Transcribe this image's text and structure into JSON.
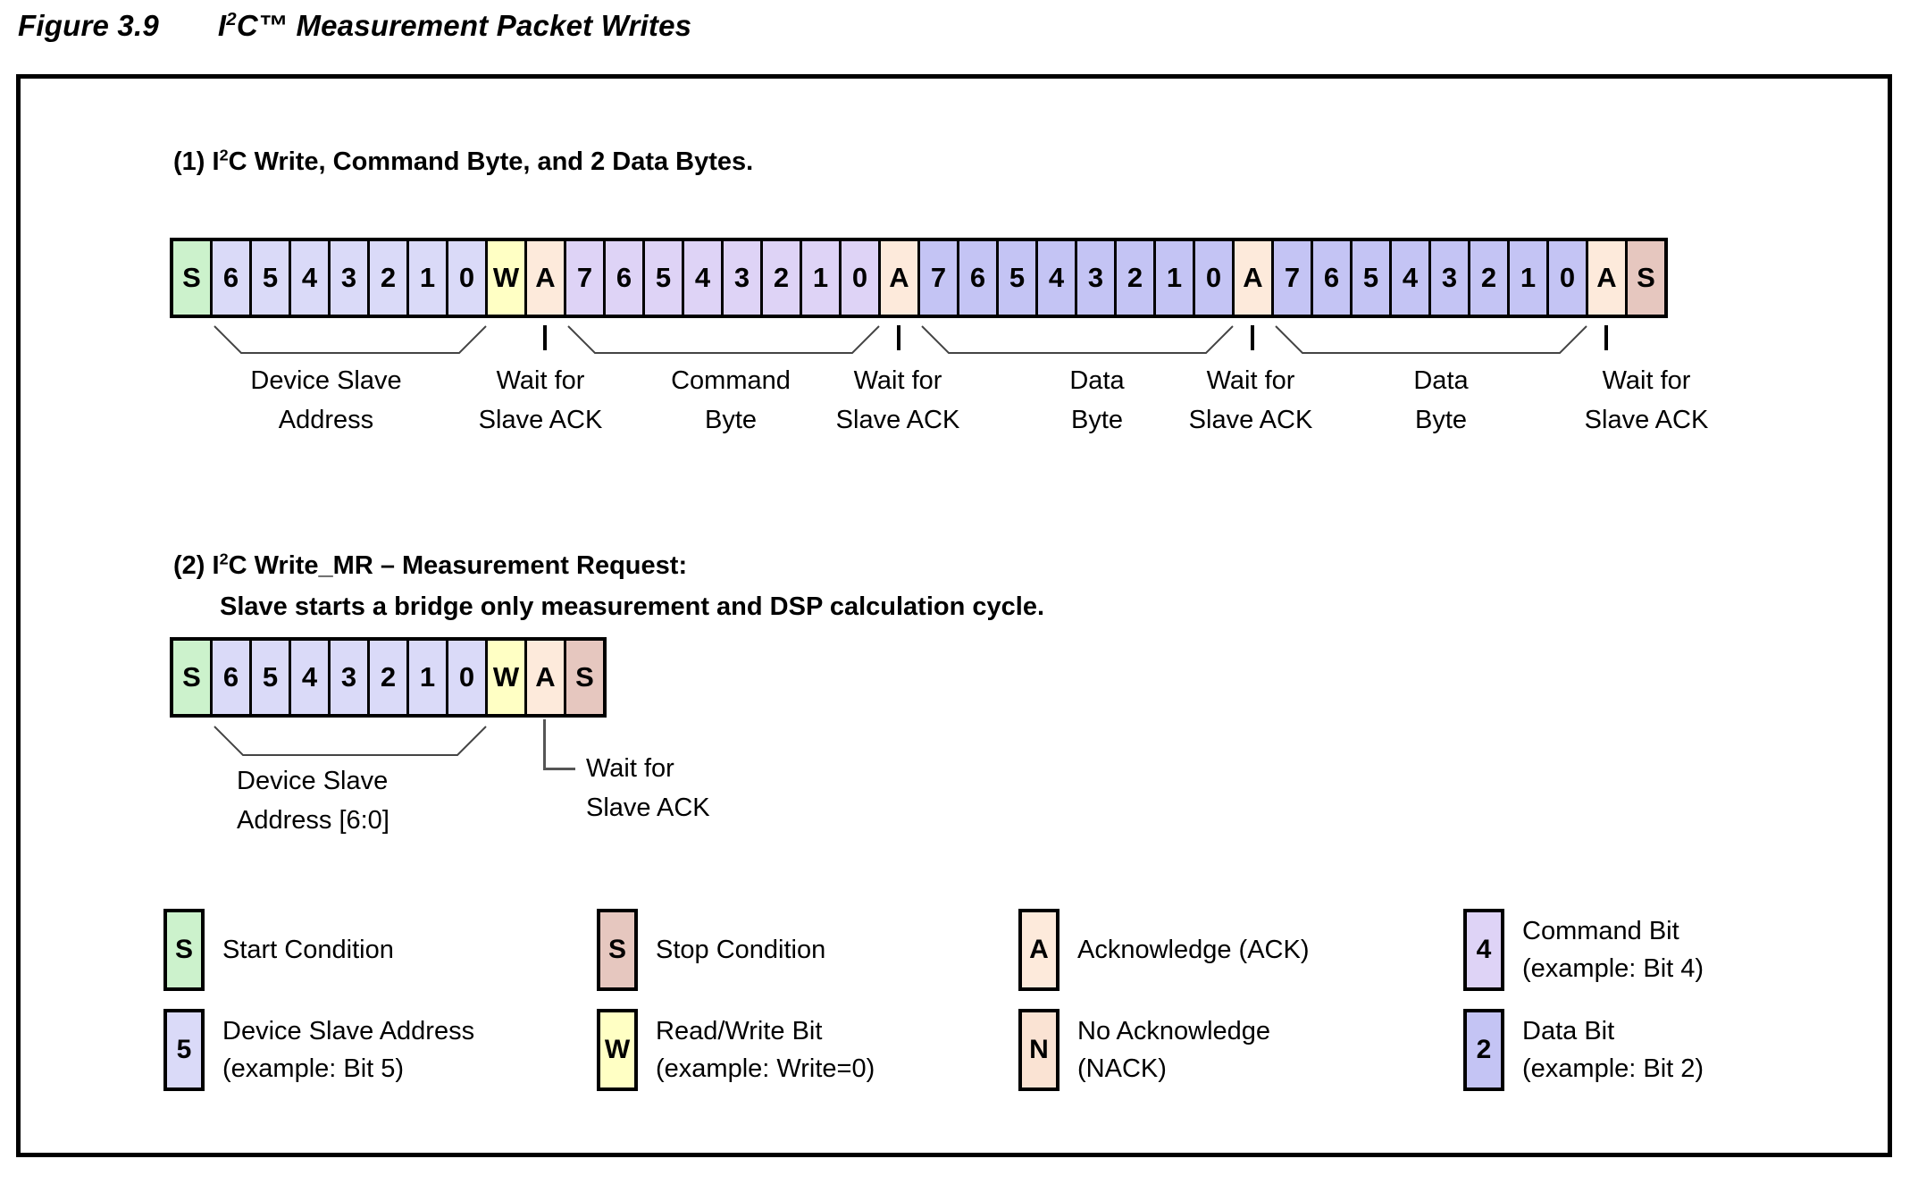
{
  "figure": {
    "label": "Figure 3.9",
    "title_pre": "I",
    "title_sup": "2",
    "title_post": "C™ Measurement Packet Writes"
  },
  "colors": {
    "start": "#ccf2cc",
    "addr": "#dadaf8",
    "rw": "#ffffc4",
    "ack": "#fdeadb",
    "nack": "#fae3d3",
    "cmd": "#ded3f6",
    "data": "#c4c4f4",
    "stop": "#e6c7bf"
  },
  "section1": {
    "heading_pre": "(1) I",
    "heading_sup": "2",
    "heading_post": "C Write, Command Byte, and 2 Data Bytes.",
    "cells": [
      {
        "label": "S",
        "type": "start"
      },
      {
        "label": "6",
        "type": "addr"
      },
      {
        "label": "5",
        "type": "addr"
      },
      {
        "label": "4",
        "type": "addr"
      },
      {
        "label": "3",
        "type": "addr"
      },
      {
        "label": "2",
        "type": "addr"
      },
      {
        "label": "1",
        "type": "addr"
      },
      {
        "label": "0",
        "type": "addr"
      },
      {
        "label": "W",
        "type": "rw"
      },
      {
        "label": "A",
        "type": "ack"
      },
      {
        "label": "7",
        "type": "cmd"
      },
      {
        "label": "6",
        "type": "cmd"
      },
      {
        "label": "5",
        "type": "cmd"
      },
      {
        "label": "4",
        "type": "cmd"
      },
      {
        "label": "3",
        "type": "cmd"
      },
      {
        "label": "2",
        "type": "cmd"
      },
      {
        "label": "1",
        "type": "cmd"
      },
      {
        "label": "0",
        "type": "cmd"
      },
      {
        "label": "A",
        "type": "ack"
      },
      {
        "label": "7",
        "type": "data"
      },
      {
        "label": "6",
        "type": "data"
      },
      {
        "label": "5",
        "type": "data"
      },
      {
        "label": "4",
        "type": "data"
      },
      {
        "label": "3",
        "type": "data"
      },
      {
        "label": "2",
        "type": "data"
      },
      {
        "label": "1",
        "type": "data"
      },
      {
        "label": "0",
        "type": "data"
      },
      {
        "label": "A",
        "type": "ack"
      },
      {
        "label": "7",
        "type": "data"
      },
      {
        "label": "6",
        "type": "data"
      },
      {
        "label": "5",
        "type": "data"
      },
      {
        "label": "4",
        "type": "data"
      },
      {
        "label": "3",
        "type": "data"
      },
      {
        "label": "2",
        "type": "data"
      },
      {
        "label": "1",
        "type": "data"
      },
      {
        "label": "0",
        "type": "data"
      },
      {
        "label": "A",
        "type": "ack"
      },
      {
        "label": "S",
        "type": "stop"
      }
    ],
    "annotations": [
      {
        "line1": "Device Slave",
        "line2": "Address"
      },
      {
        "line1": "Wait for",
        "line2": "Slave ACK"
      },
      {
        "line1": "Command",
        "line2": "Byte"
      },
      {
        "line1": "Wait for",
        "line2": "Slave ACK"
      },
      {
        "line1": "Data",
        "line2": "Byte"
      },
      {
        "line1": "Wait for",
        "line2": "Slave ACK"
      },
      {
        "line1": "Data",
        "line2": "Byte"
      },
      {
        "line1": "Wait for",
        "line2": "Slave ACK"
      }
    ]
  },
  "section2": {
    "heading_pre": "(2) I",
    "heading_sup": "2",
    "heading_post": "C Write_MR – Measurement Request:",
    "heading_line2": "Slave starts a bridge only measurement and DSP calculation cycle.",
    "cells": [
      {
        "label": "S",
        "type": "start"
      },
      {
        "label": "6",
        "type": "addr"
      },
      {
        "label": "5",
        "type": "addr"
      },
      {
        "label": "4",
        "type": "addr"
      },
      {
        "label": "3",
        "type": "addr"
      },
      {
        "label": "2",
        "type": "addr"
      },
      {
        "label": "1",
        "type": "addr"
      },
      {
        "label": "0",
        "type": "addr"
      },
      {
        "label": "W",
        "type": "rw"
      },
      {
        "label": "A",
        "type": "ack"
      },
      {
        "label": "S",
        "type": "stop"
      }
    ],
    "annotations": [
      {
        "line1": "Device Slave",
        "line2": "Address [6:0]"
      },
      {
        "line1": "Wait for",
        "line2": "Slave ACK"
      }
    ]
  },
  "legend": {
    "items": [
      {
        "symbol": "S",
        "type": "start",
        "line1": "Start Condition",
        "line2": ""
      },
      {
        "symbol": "S",
        "type": "stop",
        "line1": "Stop Condition",
        "line2": ""
      },
      {
        "symbol": "A",
        "type": "ack",
        "line1": "Acknowledge (ACK)",
        "line2": ""
      },
      {
        "symbol": "4",
        "type": "cmd",
        "line1": "Command Bit",
        "line2": "(example: Bit 4)"
      },
      {
        "symbol": "5",
        "type": "addr",
        "line1": "Device Slave Address",
        "line2": "(example: Bit 5)"
      },
      {
        "symbol": "W",
        "type": "rw",
        "line1": "Read/Write Bit",
        "line2": "(example: Write=0)"
      },
      {
        "symbol": "N",
        "type": "nack",
        "line1": "No Acknowledge",
        "line2": "(NACK)"
      },
      {
        "symbol": "2",
        "type": "data",
        "line1": "Data Bit",
        "line2": "(example: Bit 2)"
      }
    ]
  }
}
